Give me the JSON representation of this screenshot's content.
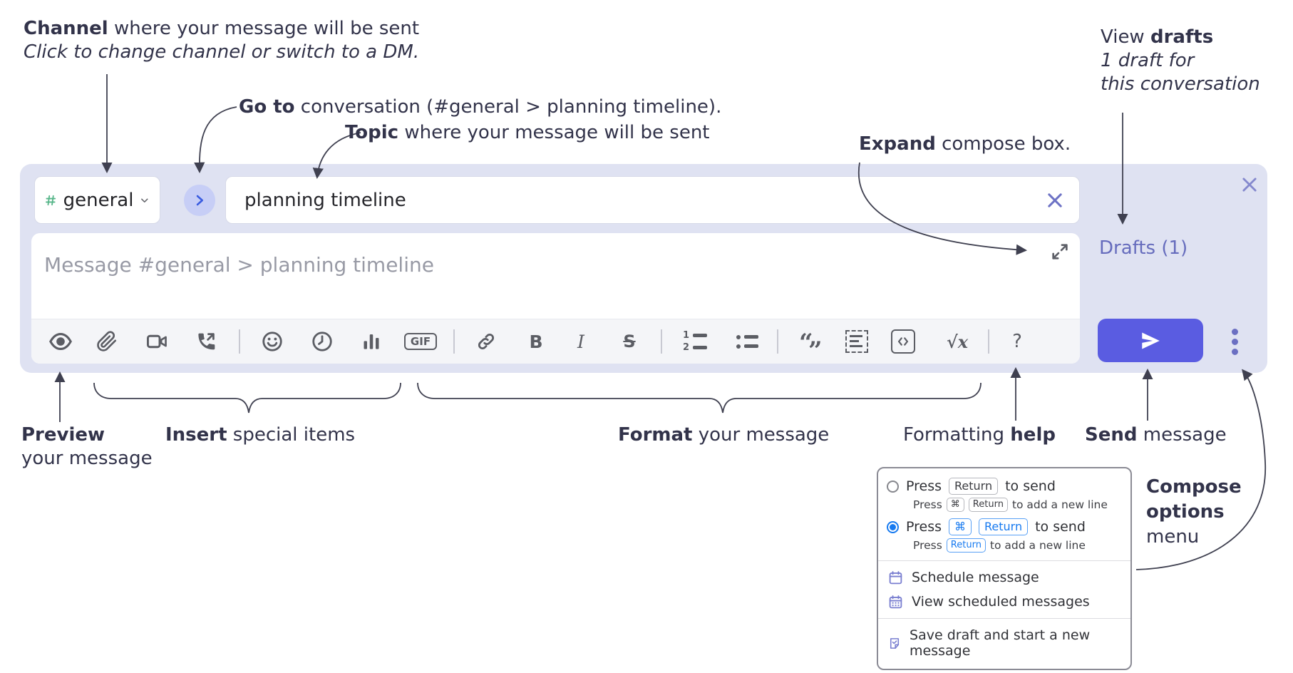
{
  "annotations": {
    "channel": {
      "bold": "Channel",
      "rest": " where your message will be sent",
      "sub": "Click to change channel or switch to a DM."
    },
    "goto": {
      "bold": "Go to",
      "rest": " conversation (#general > planning timeline)."
    },
    "topic": {
      "bold": "Topic",
      "rest": " where your message will be sent"
    },
    "drafts": {
      "pre": "View ",
      "bold": "drafts",
      "sub1": "1 draft for",
      "sub2": "this conversation"
    },
    "expand": {
      "bold": "Expand",
      "rest": " compose box."
    },
    "preview": {
      "bold": "Preview",
      "sub": "your message"
    },
    "insert": {
      "bold": "Insert",
      "rest": " special items"
    },
    "format": {
      "bold": "Format",
      "rest": " your message"
    },
    "help": {
      "pre": "Formatting ",
      "bold": "help"
    },
    "send": {
      "bold": "Send",
      "rest": " message"
    },
    "compose_options": {
      "line1": "Compose",
      "line2": "options",
      "line3": "menu"
    }
  },
  "composer": {
    "channel": {
      "hash": "#",
      "name": "general"
    },
    "topic_value": "planning timeline",
    "message_placeholder": "Message #general > planning timeline",
    "drafts_link": "Drafts (1)",
    "toolbar": {
      "gif_label": "GIF",
      "bold": "B",
      "italic": "I",
      "strike": "S",
      "ol1": "1",
      "ol2": "2",
      "quote_open": "“",
      "quote_close": "”",
      "sqrt": "√x",
      "help": "?",
      "icons": [
        "preview-eye",
        "attach-paperclip",
        "video-camera",
        "audio-call",
        "emoji-smiley",
        "schedule-clock",
        "poll-bar-chart",
        "gif",
        "link",
        "bold",
        "italic",
        "strikethrough",
        "ordered-list",
        "bulleted-list",
        "blockquote",
        "code-snippet",
        "inline-code",
        "math-formula",
        "formatting-help"
      ]
    }
  },
  "menu": {
    "option1": {
      "press": "Press",
      "key_return": "Return",
      "suffix": "to send",
      "sub_press": "Press",
      "sub_key_cmd": "⌘",
      "sub_key_return": "Return",
      "sub_suffix": "to add a new line"
    },
    "option2": {
      "press": "Press",
      "key_cmd": "⌘",
      "key_return": "Return",
      "suffix": "to send",
      "selected": true,
      "sub_press": "Press",
      "sub_key_return": "Return",
      "sub_suffix": "to add a new line"
    },
    "items": [
      {
        "label": "Schedule message"
      },
      {
        "label": "View scheduled messages"
      },
      {
        "label": "Save draft and start a new message"
      }
    ]
  },
  "colors": {
    "panel_bg": "#dfe2f2",
    "send_button": "#5a5ce1",
    "accent_indigo": "#666cbd",
    "hash_green": "#55b588",
    "jump_circle": "#c7cef6",
    "jump_chevron": "#3a5ce0",
    "radio_blue": "#177af0",
    "toolbar_icon": "#5b5d64",
    "annotation_ink": "#32334a"
  }
}
